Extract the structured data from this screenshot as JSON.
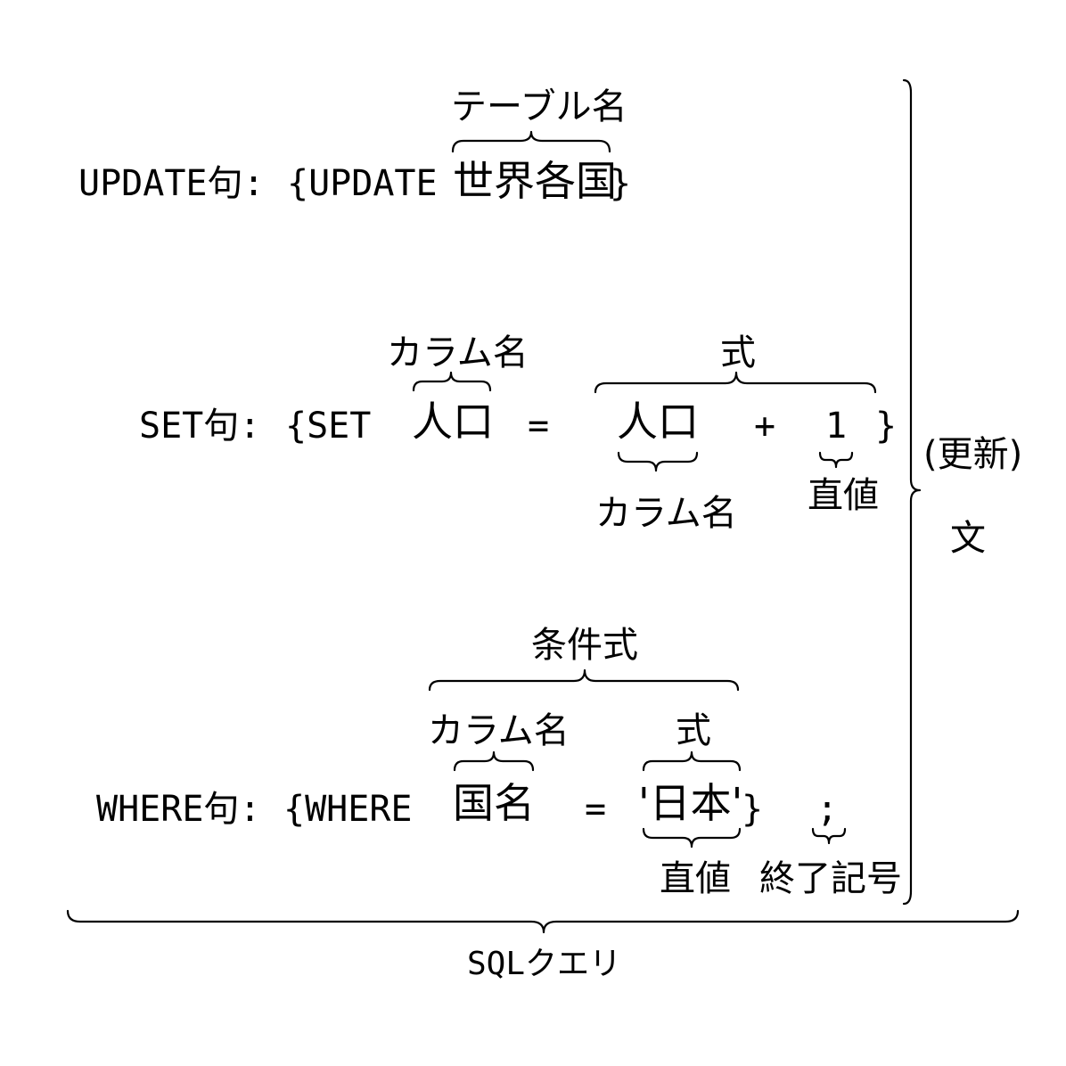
{
  "update": {
    "clause_label": "UPDATE句:",
    "open_keyword": "{UPDATE",
    "table": "世界各国",
    "close_brace": "}",
    "table_note": "テーブル名"
  },
  "set": {
    "clause_label": "SET句:",
    "open_keyword": "{SET",
    "column": "人口",
    "column_note": "カラム名",
    "equals": "=",
    "expr_note": "式",
    "expr_column": "人口",
    "expr_column_note": "カラム名",
    "plus": "+",
    "literal": "1",
    "literal_note": "直値",
    "close_brace": "}"
  },
  "where": {
    "clause_label": "WHERE句:",
    "open_keyword": "{WHERE",
    "condition_note": "条件式",
    "column": "国名",
    "column_note": "カラム名",
    "equals": "=",
    "expr_note": "式",
    "literal": "'日本'",
    "literal_note": "直値",
    "close_brace": "}",
    "terminator": ";",
    "terminator_note": "終了記号"
  },
  "statement": {
    "kind": "(更新)",
    "suffix": "文"
  },
  "query": {
    "label": "SQLクエリ"
  }
}
